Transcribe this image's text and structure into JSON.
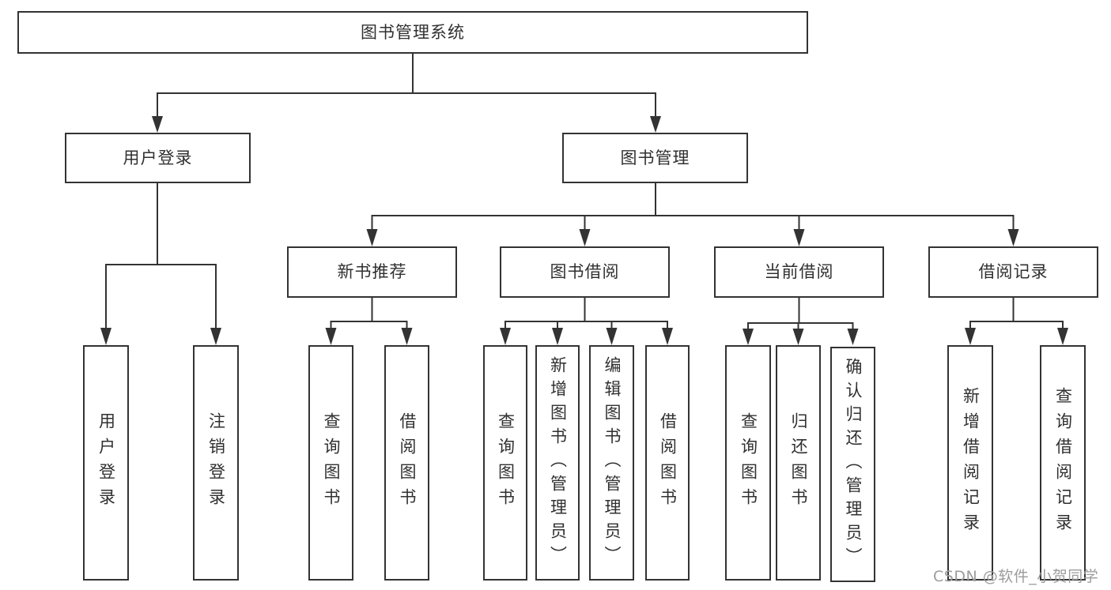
{
  "diagram": {
    "root": "图书管理系统",
    "branches": [
      {
        "label": "用户登录",
        "children": [
          {
            "label": "用户登录"
          },
          {
            "label": "注销登录"
          }
        ]
      },
      {
        "label": "图书管理",
        "children": [
          {
            "label": "新书推荐",
            "children": [
              {
                "label": "查询图书"
              },
              {
                "label": "借阅图书"
              }
            ]
          },
          {
            "label": "图书借阅",
            "children": [
              {
                "label": "查询图书"
              },
              {
                "label": "新增图书（管理员）"
              },
              {
                "label": "编辑图书（管理员）"
              },
              {
                "label": "借阅图书"
              }
            ]
          },
          {
            "label": "当前借阅",
            "children": [
              {
                "label": "查询图书"
              },
              {
                "label": "归还图书"
              },
              {
                "label": "确认归还（管理员）"
              }
            ]
          },
          {
            "label": "借阅记录",
            "children": [
              {
                "label": "新增借阅记录"
              },
              {
                "label": "查询借阅记录"
              }
            ]
          }
        ]
      }
    ]
  },
  "watermark": "CSDN @软件_小贺同学",
  "colors": {
    "line": "#333333",
    "text": "#303030",
    "background": "#ffffff",
    "watermark": "#9c9c9c"
  }
}
